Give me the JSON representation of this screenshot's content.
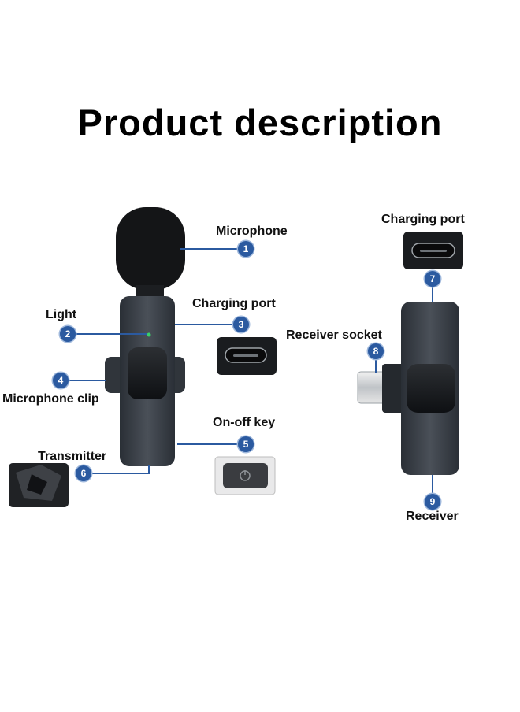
{
  "title": "Product description",
  "callouts": [
    {
      "number": "1",
      "label": "Microphone"
    },
    {
      "number": "2",
      "label": "Light"
    },
    {
      "number": "3",
      "label": "Charging port"
    },
    {
      "number": "4",
      "label": "Microphone clip"
    },
    {
      "number": "5",
      "label": "On-off key"
    },
    {
      "number": "6",
      "label": "Transmitter"
    },
    {
      "number": "7",
      "label": "Charging port"
    },
    {
      "number": "8",
      "label": "Receiver socket"
    },
    {
      "number": "9",
      "label": "Receiver"
    }
  ],
  "colors": {
    "accent": "#2b5aa0",
    "device": "#3a4048",
    "indicator": "#3ad06a"
  }
}
